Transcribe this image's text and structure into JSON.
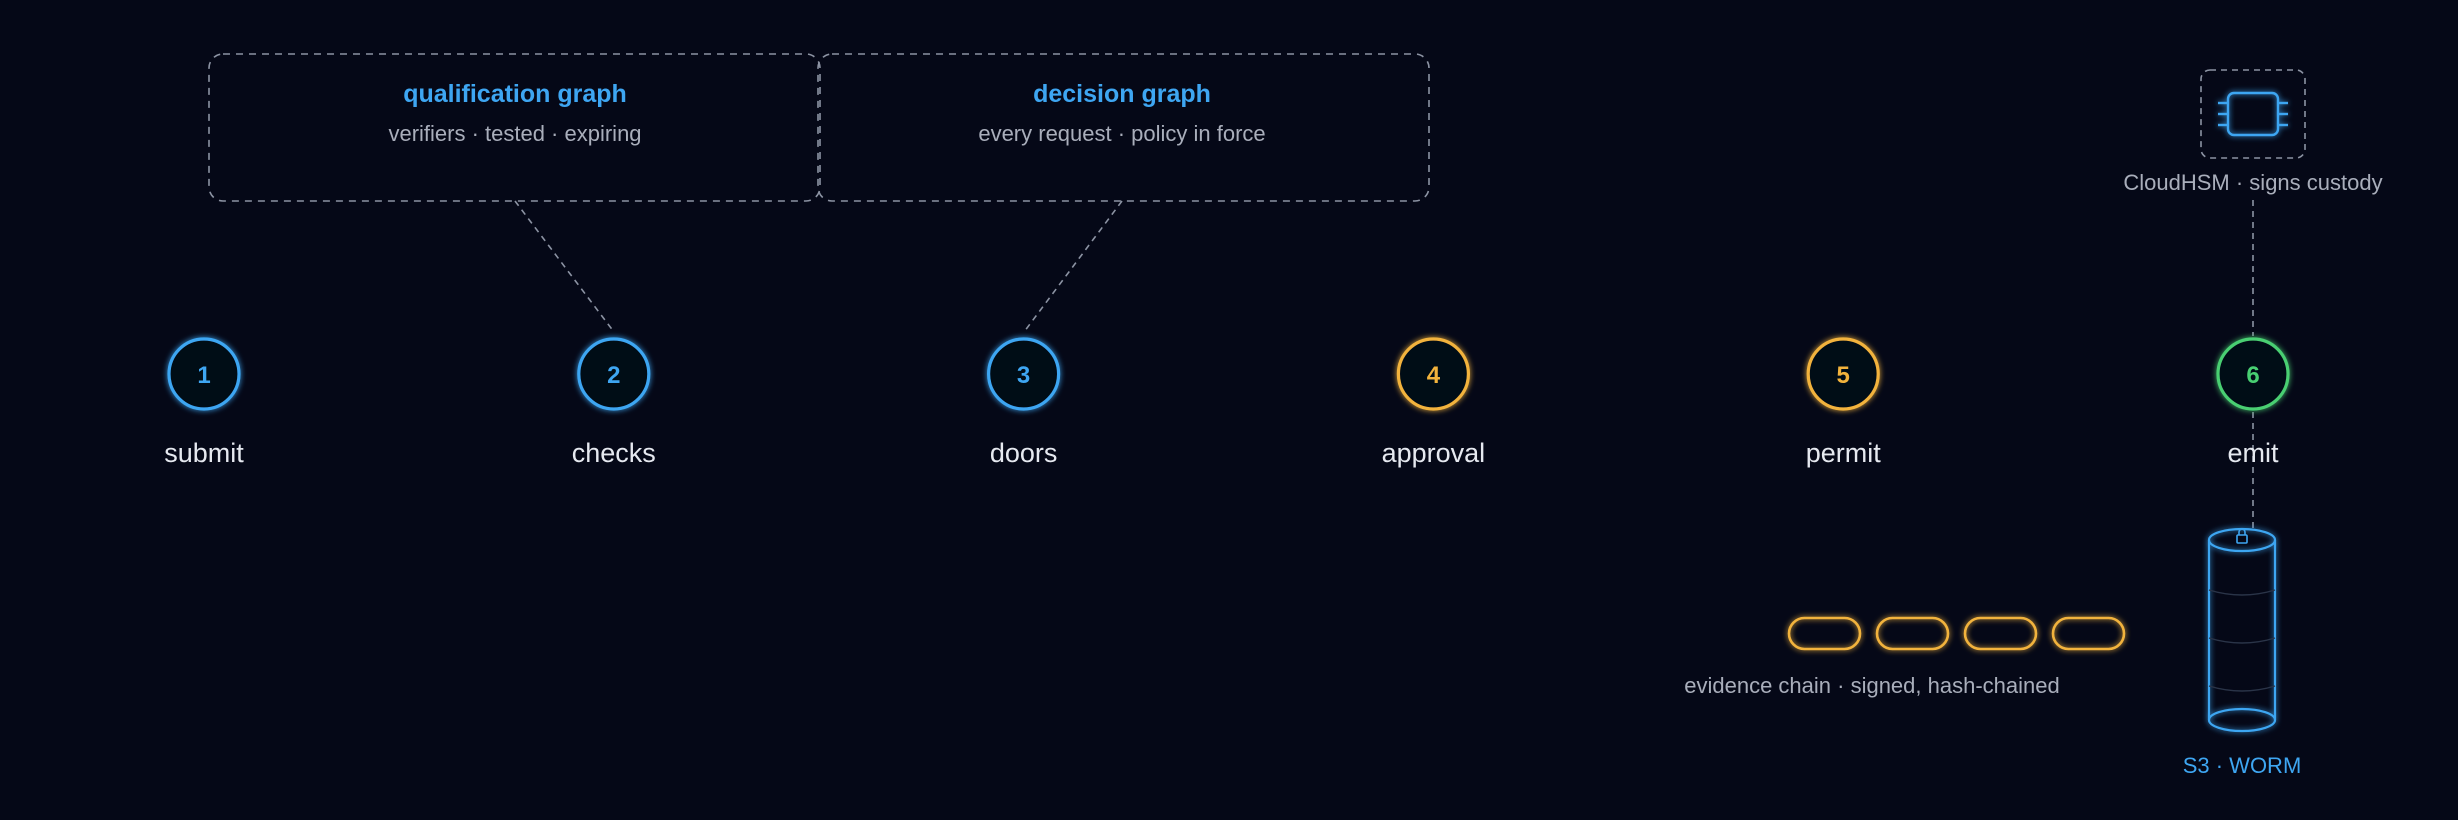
{
  "colors": {
    "background": "#050817",
    "blue": "#3ea6f2",
    "amber": "#f2b33c",
    "green": "#48cf72",
    "label": "#e6e9f0",
    "muted": "#a9aebb",
    "dashed": "#8c93a3"
  },
  "callouts": {
    "qualification": {
      "title": "qualification graph",
      "subtitle": "verifiers · tested · expiring"
    },
    "decision": {
      "title": "decision graph",
      "subtitle": "every request · policy in force"
    }
  },
  "steps": [
    {
      "number": "1",
      "label": "submit",
      "color": "blue"
    },
    {
      "number": "2",
      "label": "checks",
      "color": "blue"
    },
    {
      "number": "3",
      "label": "doors",
      "color": "blue"
    },
    {
      "number": "4",
      "label": "approval",
      "color": "amber"
    },
    {
      "number": "5",
      "label": "permit",
      "color": "amber"
    },
    {
      "number": "6",
      "label": "emit",
      "color": "green"
    }
  ],
  "hsm": {
    "icon": "chip-icon",
    "caption": "CloudHSM · signs custody"
  },
  "evidence": {
    "link_count": 4,
    "caption": "evidence chain · signed, hash-chained"
  },
  "storage": {
    "icon": "lock-icon",
    "caption": "S3 · WORM"
  }
}
